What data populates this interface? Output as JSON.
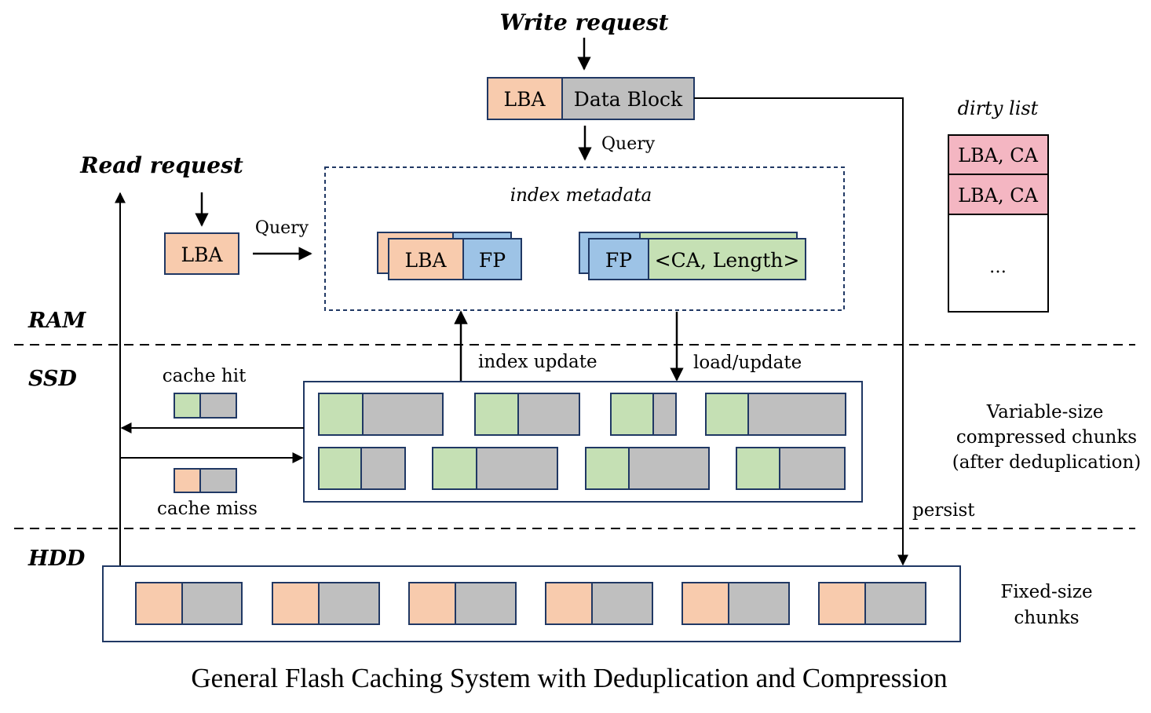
{
  "write_request": "Write request",
  "read_request": "Read request",
  "write_lba": "LBA",
  "write_data_block": "Data Block",
  "query_top": "Query",
  "query_left": "Query",
  "read_lba": "LBA",
  "index_metadata_label": "index metadata",
  "index_lba": "LBA",
  "index_fp": "FP",
  "index2_fp": "FP",
  "index2_ca_length": "<CA, Length>",
  "dirty_list_title": "dirty list",
  "dirty_entries": [
    "LBA, CA",
    "LBA, CA"
  ],
  "dirty_ellipsis": "…",
  "tier_ram": "RAM",
  "tier_ssd": "SSD",
  "tier_hdd": "HDD",
  "index_update": "index update",
  "load_update": "load/update",
  "cache_hit": "cache hit",
  "cache_miss": "cache miss",
  "persist": "persist",
  "ssd_note": [
    "Variable-size",
    "compressed chunks",
    "(after deduplication)"
  ],
  "hdd_note": [
    "Fixed-size",
    "chunks"
  ],
  "caption": "General Flash Caching System with Deduplication and Compression",
  "colors": {
    "lba": "#f8cbad",
    "data": "#bfbfbf",
    "fp": "#9dc3e6",
    "ca": "#c5e0b4",
    "dirty": "#f4b6c2",
    "border": "#203864",
    "line": "#000000"
  }
}
